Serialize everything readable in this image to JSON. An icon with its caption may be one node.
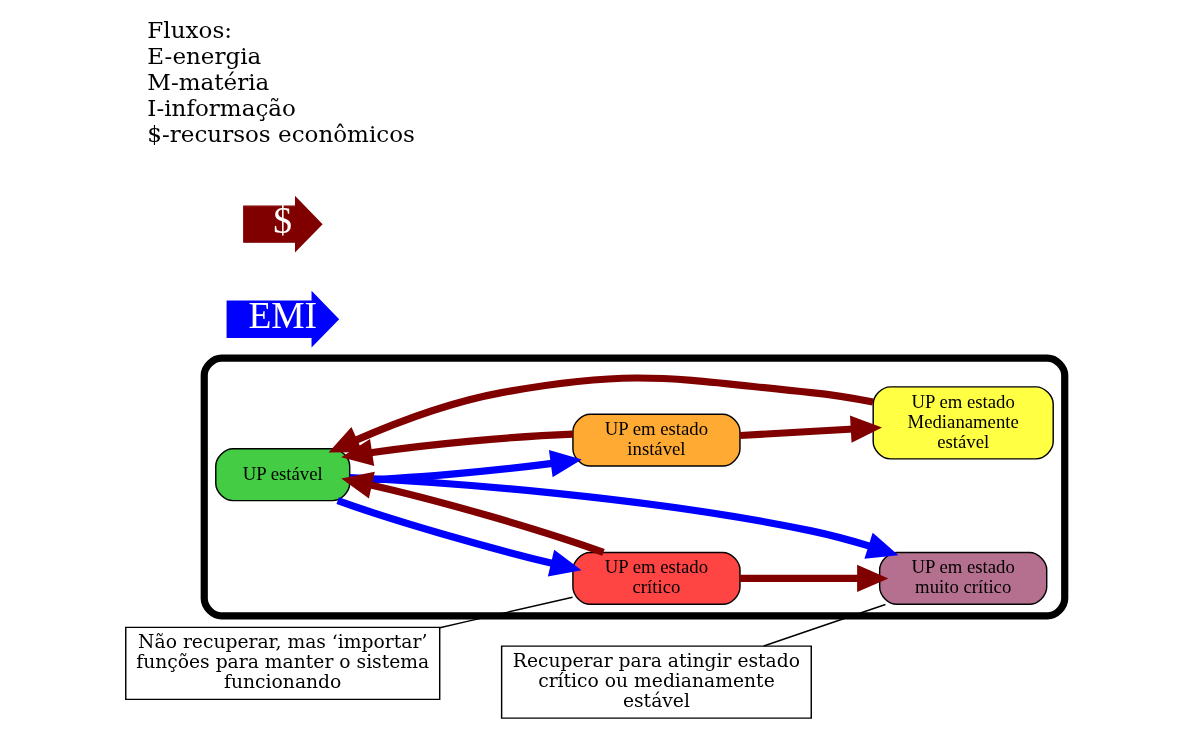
{
  "diagram": {
    "nodes": [
      {
        "text": [],
        "shape": "cloud"
      },
      {
        "text": [
          "UP em estado muito crítico"
        ],
        "in": 0
      },
      {
        "text": [
          "UP estável"
        ],
        "in": 0
      },
      {
        "text": [
          "UP em estado Medianamente estável"
        ],
        "in": 0
      },
      {
        "text": [
          "UP em estado crítico"
        ],
        "in": 0
      },
      {
        "text": [
          "UP em estado instável"
        ],
        "in": 0
      },
      {
        "text": [
          "EMI"
        ]
      },
      {
        "text": [
          "$"
        ]
      },
      {
        "text": [
          "Recuperar para atingir estado crítico ou medianamente estável"
        ]
      },
      {
        "text": [
          "Não recuperar, mas ‘importar’ funções para manter o sistema funcionando"
        ]
      }
    ],
    "edges": [
      {
        "from": 2,
        "to": 1,
        "arrow": "to",
        "color": "#0000ff"
      },
      {
        "from": 3,
        "to": 2,
        "arrow": "to"
      },
      {
        "from": 4,
        "to": 1,
        "arrow": "to"
      },
      {
        "from": 4,
        "to": 2,
        "arrow": "to"
      },
      {
        "from": 2,
        "to": 4,
        "arrow": "to",
        "color": "#0000ff"
      },
      {
        "from": 2,
        "to": 5,
        "arrow": "to",
        "color": "#0000ff"
      },
      {
        "from": 5,
        "to": 2,
        "arrow": "to"
      },
      {
        "from": 5,
        "to": 3,
        "arrow": "to"
      },
      {
        "from": 8,
        "to": 1,
        "arrow": "none",
        "color": "#000000"
      },
      {
        "from": 9,
        "to": 4,
        "arrow": "none",
        "color": "#000000"
      }
    ],
    "labels": [
      "Fluxos:",
      "E-energia",
      "M-matéria",
      "I-informação",
      "$-recursos econômicos"
    ]
  }
}
